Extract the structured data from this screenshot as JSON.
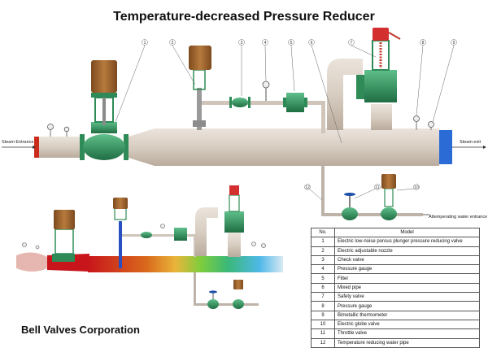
{
  "title": "Temperature-decreased Pressure Reducer",
  "company": "Bell Valves Corporation",
  "labels": {
    "steam_entrance": "Steam Entrance",
    "steam_exit": "Steam exit",
    "attemperating_water": "Attemperating water entrance"
  },
  "callouts": [
    "1",
    "2",
    "3",
    "4",
    "5",
    "6",
    "7",
    "8",
    "9",
    "10",
    "11",
    "12"
  ],
  "legend": {
    "headers": [
      "No.",
      "Model"
    ],
    "rows": [
      {
        "no": "1",
        "model": "Electric low-noise porous plunger pressure reducing valve"
      },
      {
        "no": "2",
        "model": "Electric adjustable nozzle"
      },
      {
        "no": "3",
        "model": "Check valve"
      },
      {
        "no": "4",
        "model": "Pressure gauge"
      },
      {
        "no": "5",
        "model": "Filter"
      },
      {
        "no": "6",
        "model": "Mixed pipe"
      },
      {
        "no": "7",
        "model": "Safety valve"
      },
      {
        "no": "8",
        "model": "Pressure gauge"
      },
      {
        "no": "9",
        "model": "Bimetallic thermometer"
      },
      {
        "no": "10",
        "model": "Electric globe valve"
      },
      {
        "no": "11",
        "model": "Throttle valve"
      },
      {
        "no": "12",
        "model": "Temperature reducing water pipe"
      }
    ]
  },
  "colors": {
    "pipe": "#d9cfc4",
    "valve_green": "#2e8b57",
    "actuator_brown": "#a0662e",
    "inlet_red": "#cc2a1a",
    "outlet_blue": "#2a6bd6"
  }
}
